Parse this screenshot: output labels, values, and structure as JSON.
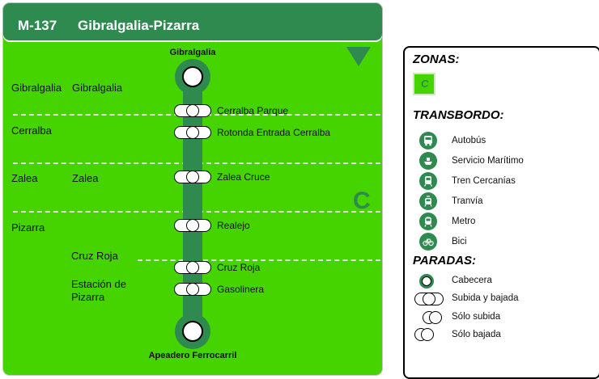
{
  "header": {
    "code": "M-137",
    "name": "Gibralgalia-Pizarra"
  },
  "map": {
    "zone_letter": "C",
    "terminals": {
      "top": "Gibralgalia",
      "bottom": "Apeadero Ferrocarril"
    },
    "municipalities": [
      {
        "name": "Gibralgalia"
      },
      {
        "name": "Cerralba"
      },
      {
        "name": "Zalea"
      },
      {
        "name": "Pizarra"
      }
    ],
    "localities": [
      {
        "name": "Gibralgalia"
      },
      {
        "name": "Zalea"
      },
      {
        "name": "Cruz Roja"
      },
      {
        "name": "Estación de Pizarra"
      }
    ],
    "stops": [
      {
        "name": "Cerralba Parque"
      },
      {
        "name": "Rotonda Entrada Cerralba"
      },
      {
        "name": "Zalea Cruce"
      },
      {
        "name": "Realejo"
      },
      {
        "name": "Cruz Roja"
      },
      {
        "name": "Gasolinera"
      }
    ]
  },
  "legend": {
    "zonas_title": "ZONAS:",
    "zone_letter": "C",
    "transbordo_title": "TRANSBORDO:",
    "transbordo": [
      {
        "label": "Autobús",
        "icon": "bus-icon"
      },
      {
        "label": "Servicio Marítimo",
        "icon": "boat-icon"
      },
      {
        "label": "Tren Cercanías",
        "icon": "train-icon"
      },
      {
        "label": "Tranvía",
        "icon": "tram-icon"
      },
      {
        "label": "Metro",
        "icon": "metro-icon"
      },
      {
        "label": "Bici",
        "icon": "bike-icon"
      }
    ],
    "paradas_title": "PARADAS:",
    "paradas": [
      {
        "label": "Cabecera"
      },
      {
        "label": "Subida y bajada"
      },
      {
        "label": "Sólo subida"
      },
      {
        "label": "Sólo bajada"
      }
    ]
  },
  "colors": {
    "zone_green": "#45d400",
    "route_green": "#2f8a50"
  }
}
